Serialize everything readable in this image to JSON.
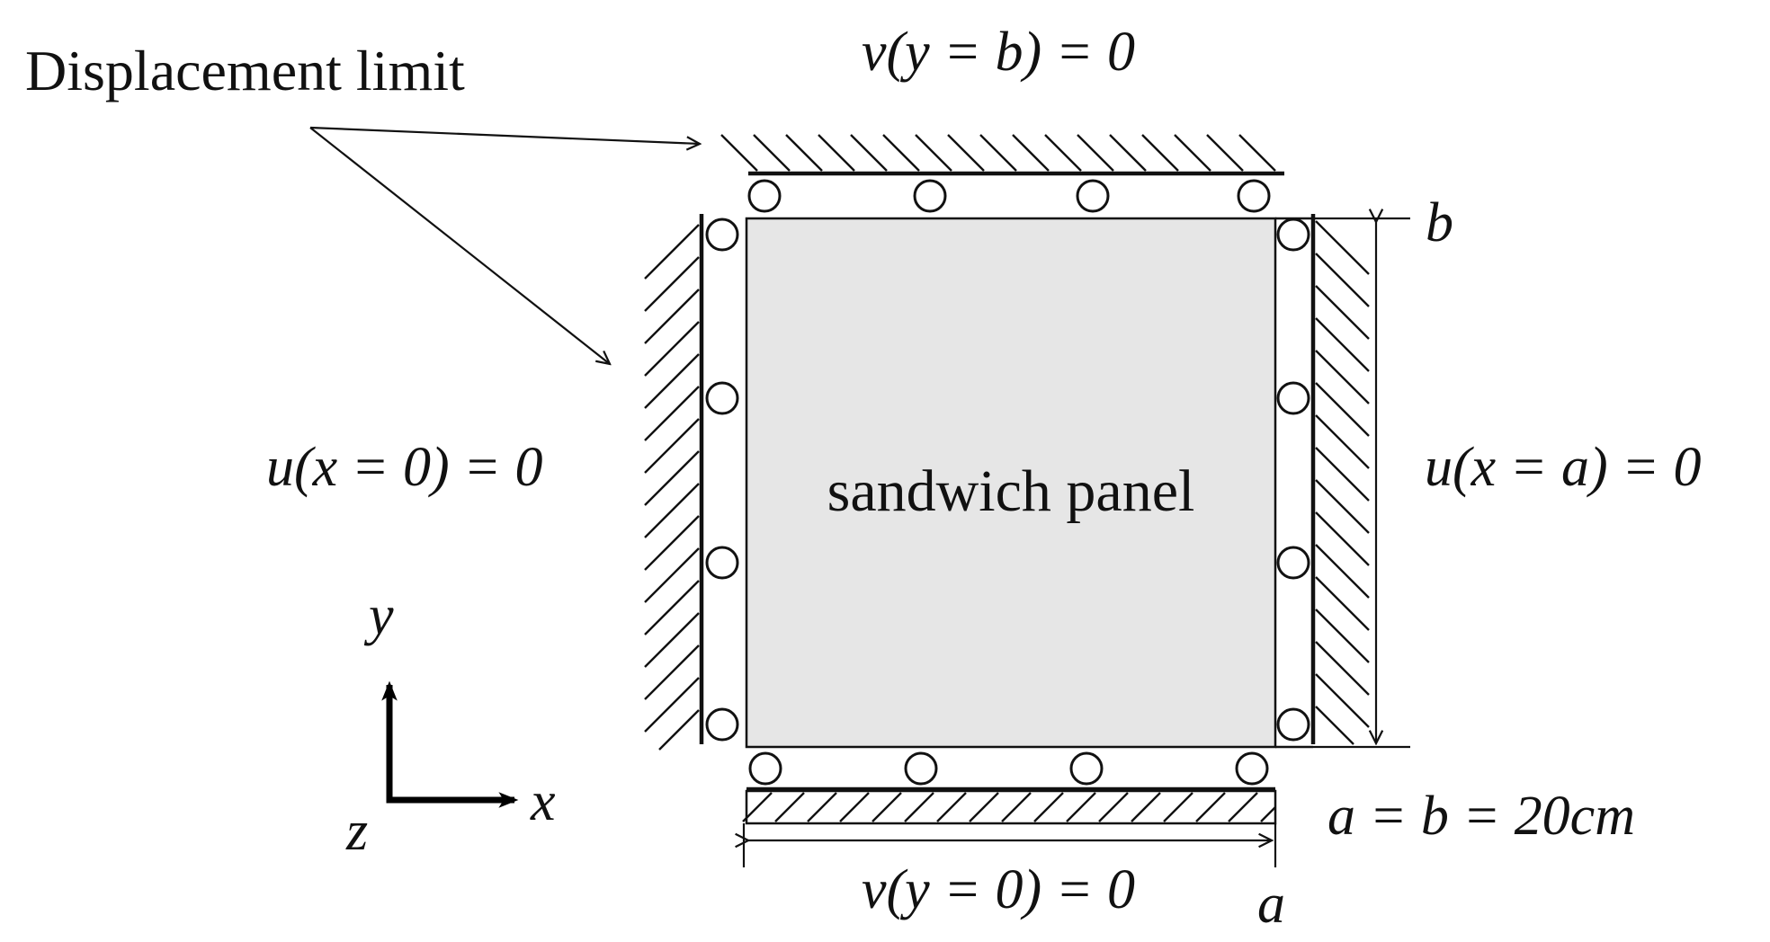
{
  "annotation": "Displacement limit",
  "panel_label": "sandwich panel",
  "bc_top": "v(y = b) = 0",
  "bc_bottom": "v(y = 0) = 0",
  "bc_left": "u(x = 0) = 0",
  "bc_right": "u(x = a) = 0",
  "dim_a": "a",
  "dim_b": "b",
  "size_eq": "a = b = 20cm",
  "axes": {
    "x": "x",
    "y": "y",
    "z": "z"
  },
  "colors": {
    "panel_fill": "#e6e6e6",
    "stroke": "#111111"
  }
}
